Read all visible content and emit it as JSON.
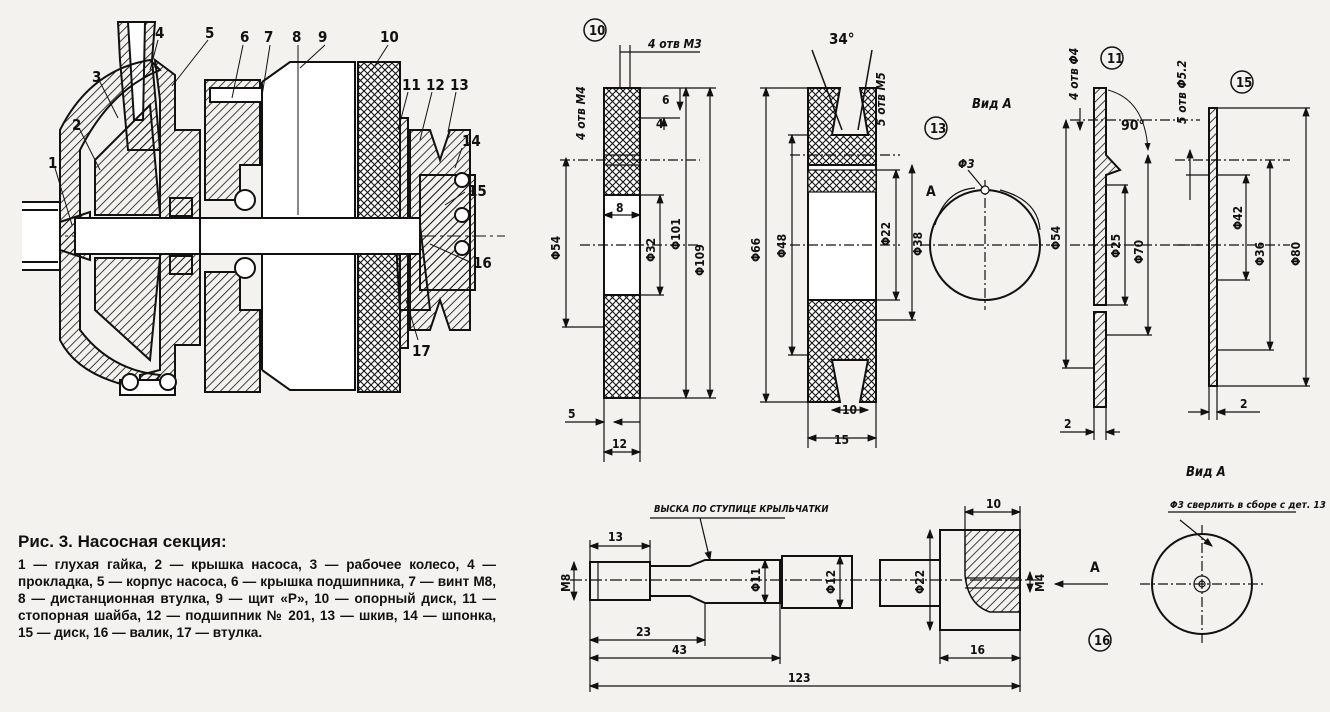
{
  "caption": {
    "title": "Рис. 3. Насосная секция:",
    "text": "1 — глухая гайка, 2 — крышка насоса, 3 — рабочее колесо, 4 — прокладка, 5 — корпус насоса, 6 — крышка подшипника, 7 — винт М8, 8 — дистанционная втулка, 9 — щит «Р», 10 — опорный диск, 11 — стопорная шайба, 12 — подшипник № 201, 13 — шкив, 14 — шпонка, 15 — диск, 16 — валик, 17 — втулка."
  },
  "assembly": {
    "callouts": [
      "1",
      "2",
      "3",
      "4",
      "5",
      "6",
      "7",
      "8",
      "9",
      "10",
      "11",
      "12",
      "13",
      "14",
      "15",
      "16",
      "17"
    ]
  },
  "part10": {
    "id": "10",
    "notes": {
      "hole_m3": "4 отв М3",
      "hole_m4": "4 отв М4"
    },
    "dims": {
      "d54": "Φ54",
      "d32": "Φ32",
      "d101": "Φ101",
      "d109": "Φ109",
      "six": "6",
      "four": "4",
      "eight": "8",
      "five": "5",
      "twelve": "12"
    }
  },
  "part13": {
    "id": "13",
    "angle": "34°",
    "note": "5 отв М5",
    "view": "Вид А",
    "view_dim": "Φ3",
    "section_mark": "А",
    "dims": {
      "d66": "Φ66",
      "d48": "Φ48",
      "d22": "Φ22",
      "d38": "Φ38",
      "ten": "10",
      "fifteen": "15"
    }
  },
  "part11": {
    "id": "11",
    "note": "4 отв Φ4",
    "angle": "90°",
    "dims": {
      "d54": "Φ54",
      "d25": "Φ25",
      "d70": "Φ70",
      "two": "2"
    }
  },
  "part15": {
    "id": "15",
    "note": "5 отв Φ5.2",
    "dims": {
      "d42": "Φ42",
      "d36": "Φ36",
      "d80": "Φ80",
      "two": "2"
    }
  },
  "part16": {
    "id": "16",
    "note": "ВЫСКА ПО СТУПИЦЕ КРЫЛЬЧАТКИ",
    "arrow_label": "А",
    "view": "Вид А",
    "view_note": "Φ3 сверлить в сборе с дет. 13",
    "dims": {
      "m8": "М8",
      "m4": "М4",
      "d11": "Φ11",
      "d12": "Φ12",
      "d22": "Φ22",
      "l13": "13",
      "l23": "23",
      "l43": "43",
      "l123": "123",
      "l10": "10",
      "l16": "16"
    }
  }
}
